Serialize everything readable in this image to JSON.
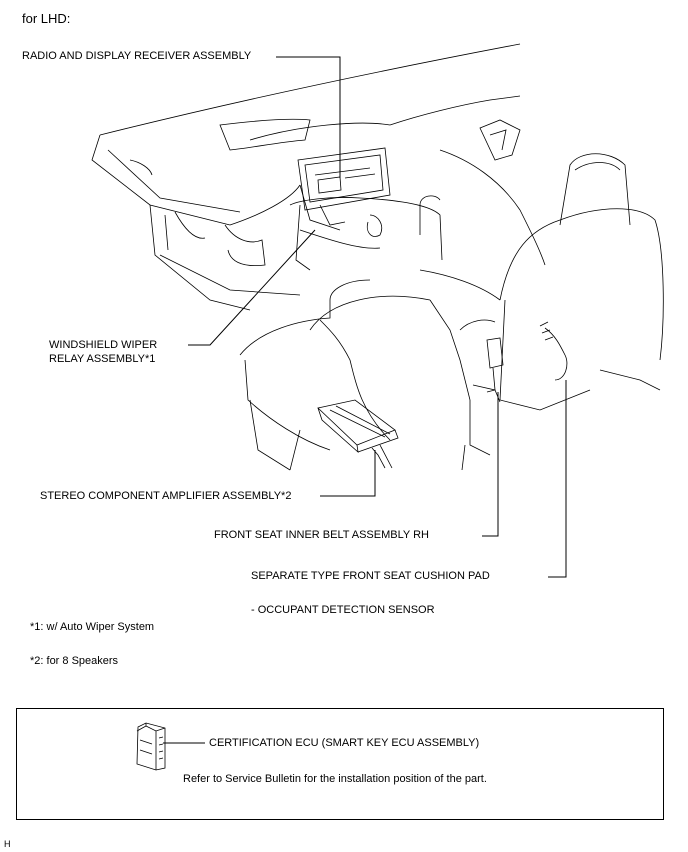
{
  "header": {
    "title": "for LHD:"
  },
  "labels": {
    "radio": "RADIO AND DISPLAY RECEIVER ASSEMBLY",
    "wiper_line1": "WINDSHIELD WIPER",
    "wiper_line2": "RELAY ASSEMBLY*1",
    "amplifier": "STEREO COMPONENT AMPLIFIER ASSEMBLY*2",
    "belt": "FRONT SEAT INNER BELT ASSEMBLY RH",
    "cushion": "SEPARATE TYPE FRONT SEAT CUSHION PAD",
    "sensor": "- OCCUPANT DETECTION SENSOR"
  },
  "footnotes": [
    "*1: w/ Auto Wiper System",
    "*2: for 8 Speakers"
  ],
  "callout": {
    "title": "CERTIFICATION ECU (SMART KEY ECU ASSEMBLY)",
    "note": "Refer to Service Bulletin for the installation position of the part."
  },
  "corner_mark": "H"
}
